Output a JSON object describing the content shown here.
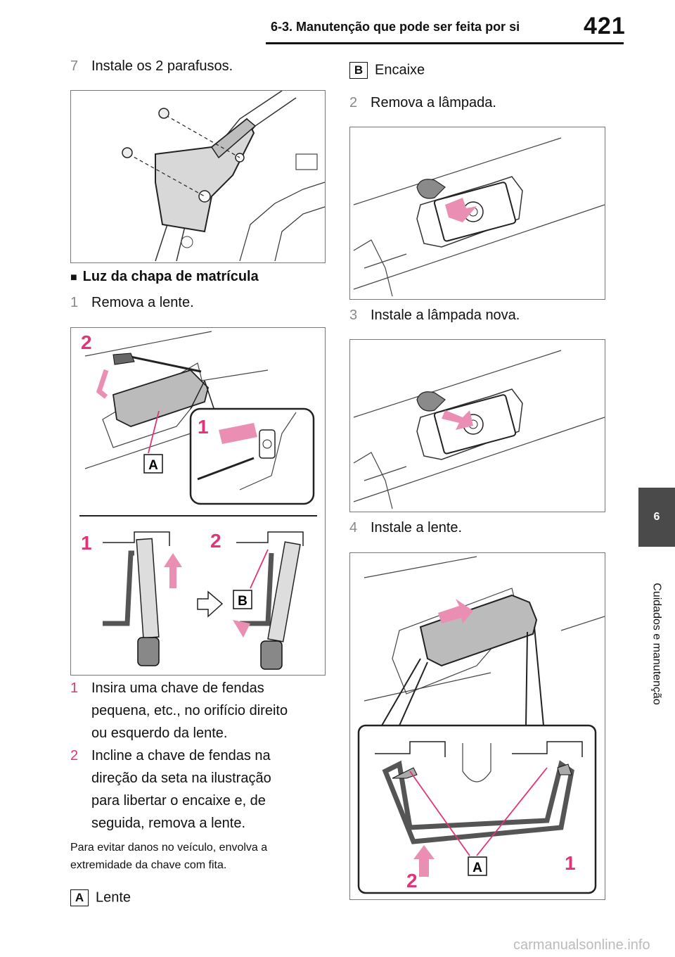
{
  "header": {
    "section_title": "6-3. Manutenção que pode ser feita por si",
    "page_number": "421"
  },
  "side_tab": {
    "chapter_number": "6",
    "chapter_title": "Cuidados e manutenção"
  },
  "left": {
    "step7": {
      "num": "7",
      "text": "Instale os 2 parafusos."
    },
    "subheading": "Luz da chapa de matrícula",
    "step1": {
      "num": "1",
      "text": "Remova a lente."
    },
    "substeps": [
      {
        "num": "1",
        "lines": [
          "Insira uma chave de fendas",
          "pequena, etc., no orifício direito",
          "ou esquerdo da lente."
        ]
      },
      {
        "num": "2",
        "lines": [
          "Incline a chave de fendas na",
          "direção da seta na ilustração",
          "para libertar o encaixe e, de",
          "seguida, remova a lente."
        ]
      }
    ],
    "note_lines": [
      "Para evitar danos no veículo, envolva a",
      "extremidade da chave com fita."
    ],
    "legend_a": {
      "tag": "A",
      "text": "Lente"
    }
  },
  "right": {
    "legend_b": {
      "tag": "B",
      "text": "Encaixe"
    },
    "step2": {
      "num": "2",
      "text": "Remova a lâmpada."
    },
    "step3": {
      "num": "3",
      "text": "Instale a lâmpada nova."
    },
    "step4": {
      "num": "4",
      "text": "Instale a lente."
    }
  },
  "figures": {
    "fig2": {
      "label_2": "2",
      "label_1": "1",
      "tag_a": "A",
      "label_1b": "1",
      "label_2b": "2",
      "tag_b": "B"
    },
    "fig5": {
      "label_1": "1",
      "label_2": "2",
      "tag_a": "A"
    }
  },
  "colors": {
    "accent_pink": "#e0357a",
    "arrow_pink": "#ea8fb3",
    "tab_gray": "#4a4a4a"
  },
  "watermark": "carmanualsonline.info"
}
